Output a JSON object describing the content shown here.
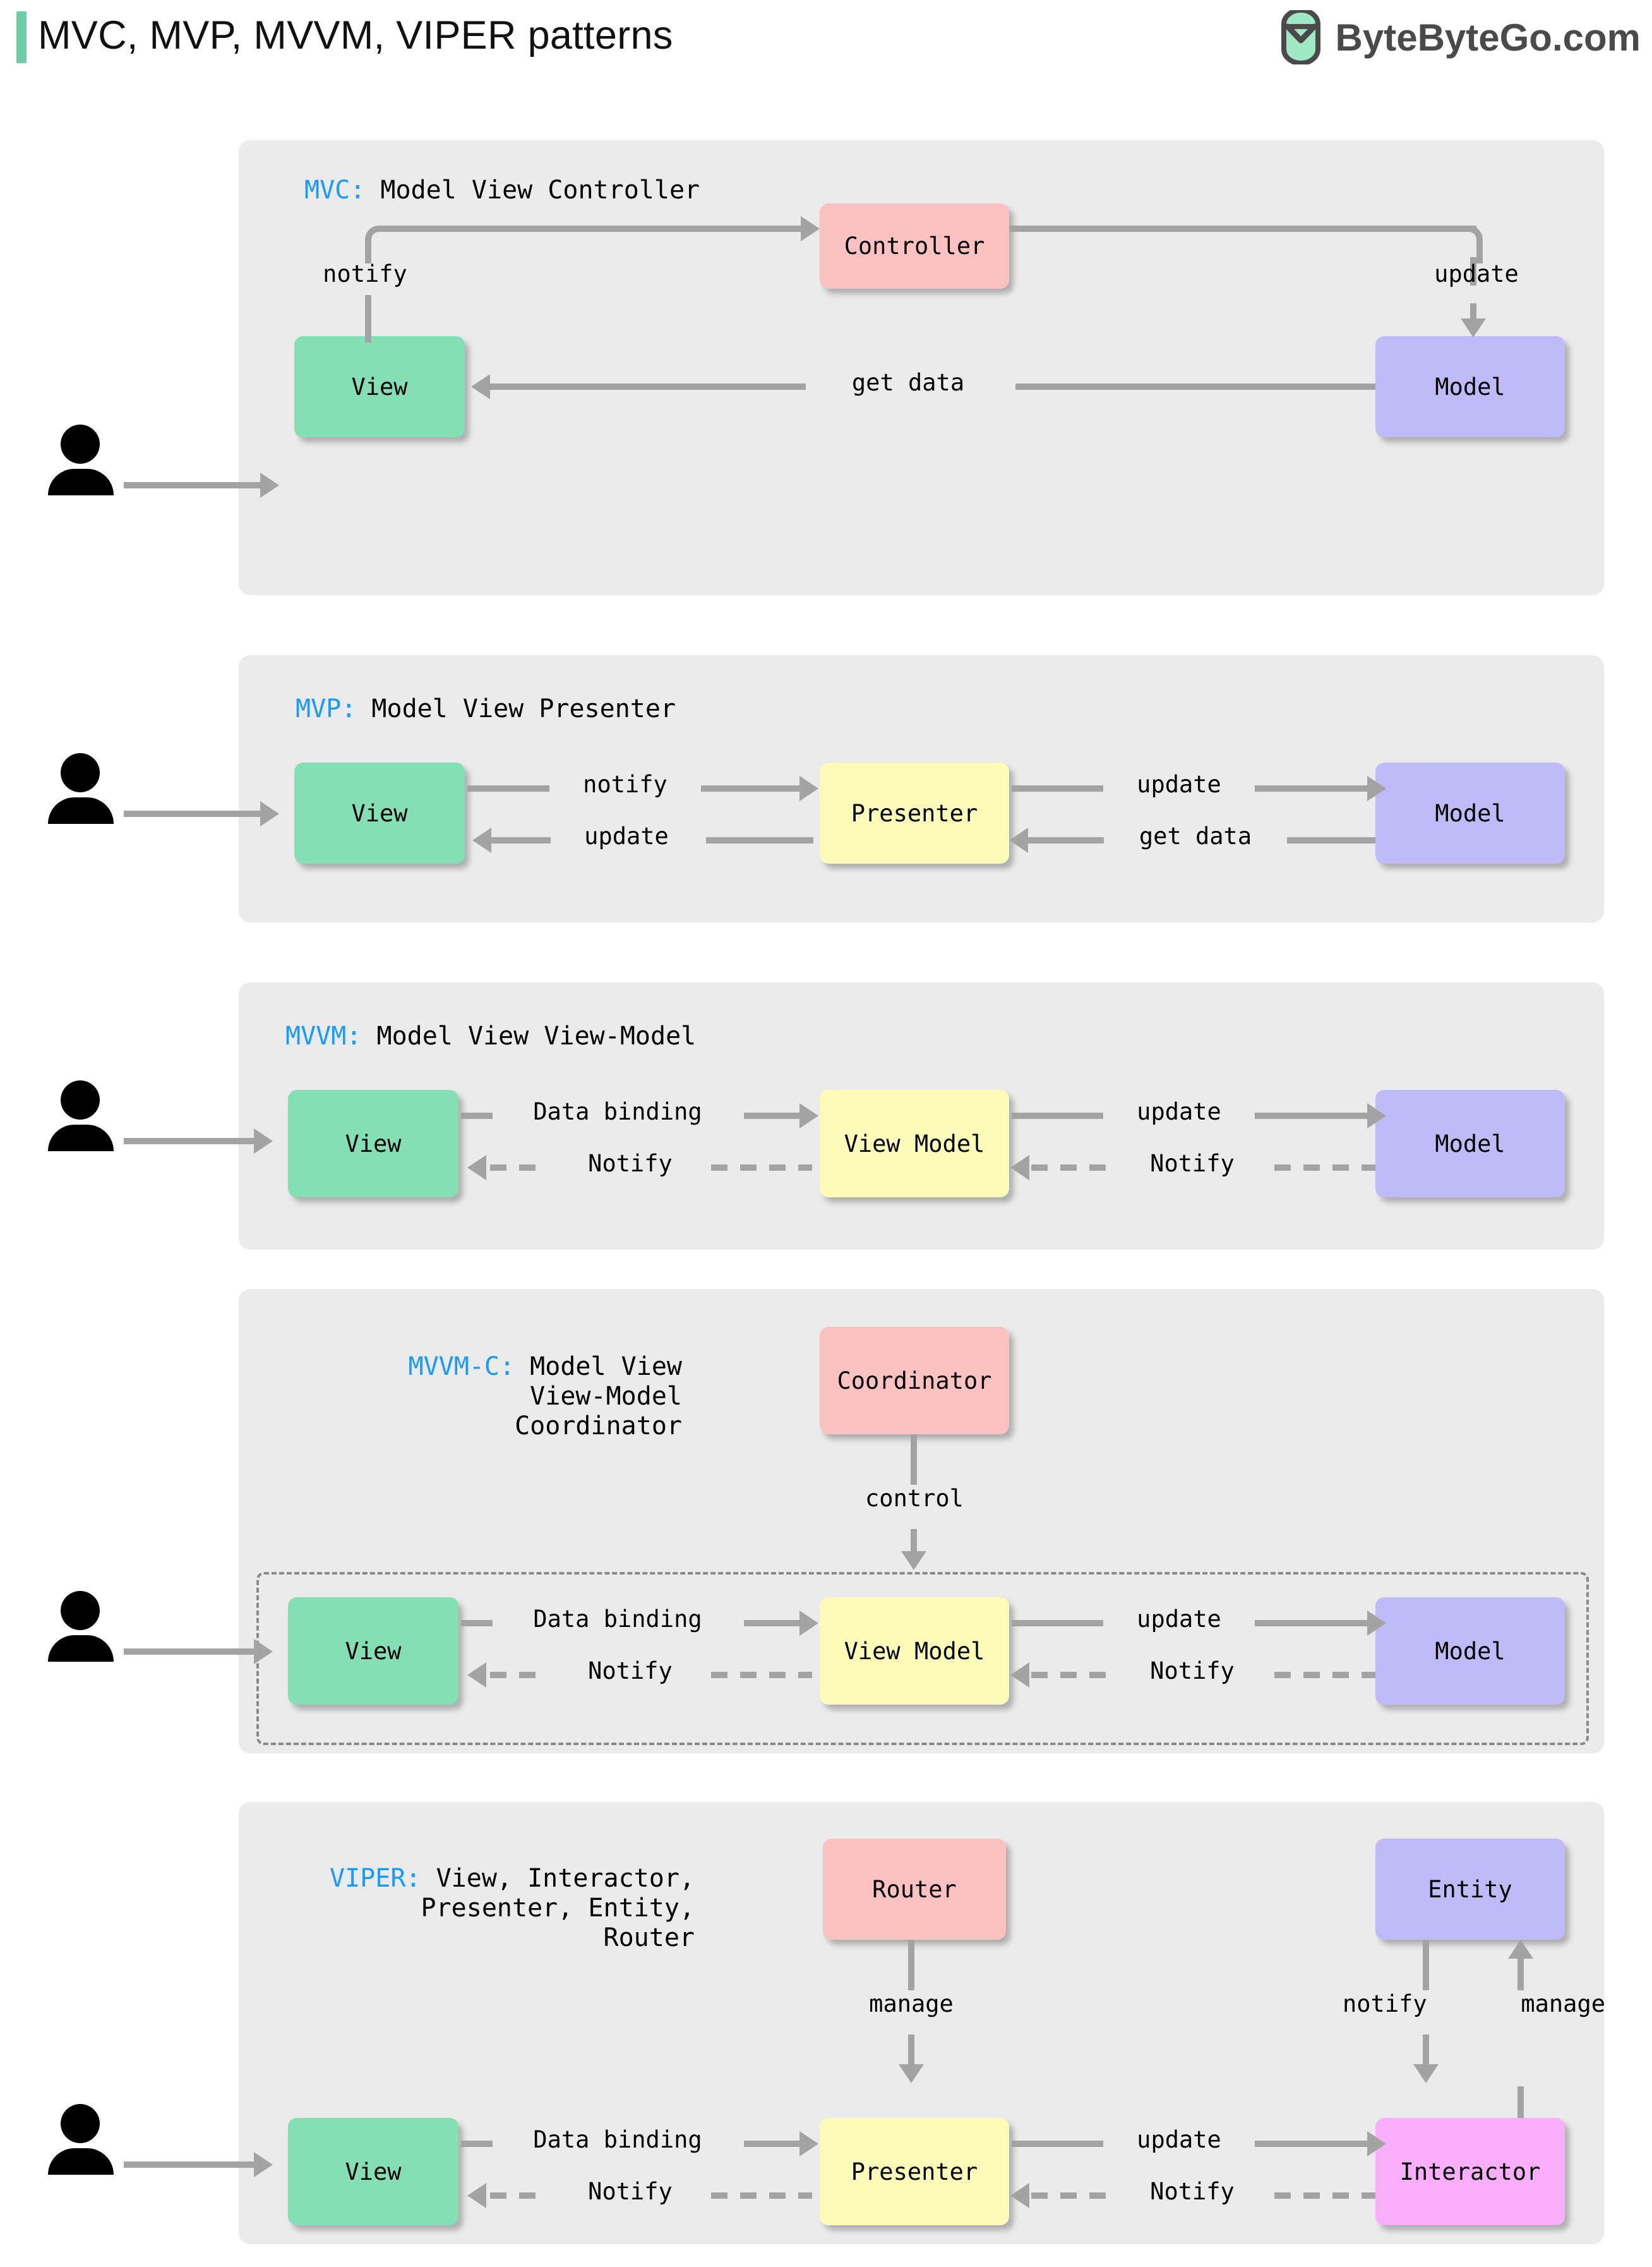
{
  "header": {
    "accent_color": "#6ecda4",
    "title": "MVC, MVP, MVVM, VIPER patterns",
    "brand_text": "ByteByteGo.com",
    "brand_icon": "bytebytego-logo-icon"
  },
  "palette": {
    "panel_bg": "#ebebeb",
    "view": "#84e0b4",
    "model": "#bfbbf8",
    "controller": "#fcc2c2",
    "presenter": "#fcfcb8",
    "interactor": "#fbaefb",
    "arrow": "#a3a3a3",
    "title_key": "#1a9bfc"
  },
  "sections": [
    {
      "id": "mvc",
      "key": "MVC:",
      "expansion": " Model View Controller",
      "nodes": [
        {
          "name": "view",
          "label": "View"
        },
        {
          "name": "controller",
          "label": "Controller"
        },
        {
          "name": "model",
          "label": "Model"
        }
      ],
      "edges": [
        {
          "from": "user",
          "to": "view",
          "label": ""
        },
        {
          "from": "view",
          "to": "controller",
          "label": "notify"
        },
        {
          "from": "controller",
          "to": "model",
          "label": "update"
        },
        {
          "from": "model",
          "to": "view",
          "label": "get data"
        }
      ]
    },
    {
      "id": "mvp",
      "key": "MVP:",
      "expansion": " Model View Presenter",
      "nodes": [
        {
          "name": "view",
          "label": "View"
        },
        {
          "name": "presenter",
          "label": "Presenter"
        },
        {
          "name": "model",
          "label": "Model"
        }
      ],
      "edges": [
        {
          "from": "user",
          "to": "view",
          "label": ""
        },
        {
          "from": "view",
          "to": "presenter",
          "label": "notify"
        },
        {
          "from": "presenter",
          "to": "model",
          "label": "update"
        },
        {
          "from": "model",
          "to": "presenter",
          "label": "get data"
        },
        {
          "from": "presenter",
          "to": "view",
          "label": "update"
        }
      ]
    },
    {
      "id": "mvvm",
      "key": "MVVM:",
      "expansion": " Model View View-Model",
      "nodes": [
        {
          "name": "view",
          "label": "View"
        },
        {
          "name": "view-model",
          "label": "View Model"
        },
        {
          "name": "model",
          "label": "Model"
        }
      ],
      "edges": [
        {
          "from": "user",
          "to": "view",
          "label": ""
        },
        {
          "from": "view",
          "to": "view-model",
          "label": "Data binding"
        },
        {
          "from": "view-model",
          "to": "model",
          "label": "update"
        },
        {
          "from": "model",
          "to": "view-model",
          "label": "Notify",
          "style": "dashed"
        },
        {
          "from": "view-model",
          "to": "view",
          "label": "Notify",
          "style": "dashed"
        }
      ]
    },
    {
      "id": "mvvm-c",
      "key": "MVVM-C:",
      "expansion": " Model View\nView-Model\nCoordinator",
      "title_lines": [
        "MVVM-C: Model View",
        "View-Model",
        "Coordinator"
      ],
      "nodes": [
        {
          "name": "coordinator",
          "label": "Coordinator"
        },
        {
          "name": "view",
          "label": "View"
        },
        {
          "name": "view-model",
          "label": "View Model"
        },
        {
          "name": "model",
          "label": "Model"
        }
      ],
      "edges": [
        {
          "from": "coordinator",
          "to": "view-model",
          "label": "control"
        },
        {
          "from": "user",
          "to": "view",
          "label": ""
        },
        {
          "from": "view",
          "to": "view-model",
          "label": "Data binding"
        },
        {
          "from": "view-model",
          "to": "model",
          "label": "update"
        },
        {
          "from": "model",
          "to": "view-model",
          "label": "Notify",
          "style": "dashed"
        },
        {
          "from": "view-model",
          "to": "view",
          "label": "Notify",
          "style": "dashed"
        }
      ]
    },
    {
      "id": "viper",
      "key": "VIPER:",
      "expansion": " View, Interactor,\nPresenter, Entity,\nRouter",
      "title_lines": [
        "VIPER: View, Interactor,",
        "Presenter, Entity,",
        "Router"
      ],
      "nodes": [
        {
          "name": "router",
          "label": "Router"
        },
        {
          "name": "entity",
          "label": "Entity"
        },
        {
          "name": "view",
          "label": "View"
        },
        {
          "name": "presenter",
          "label": "Presenter"
        },
        {
          "name": "interactor",
          "label": "Interactor"
        }
      ],
      "edges": [
        {
          "from": "router",
          "to": "presenter",
          "label": "manage"
        },
        {
          "from": "entity",
          "to": "interactor",
          "label": "notify"
        },
        {
          "from": "interactor",
          "to": "entity",
          "label": "manage"
        },
        {
          "from": "user",
          "to": "view",
          "label": ""
        },
        {
          "from": "view",
          "to": "presenter",
          "label": "Data binding"
        },
        {
          "from": "presenter",
          "to": "interactor",
          "label": "update"
        },
        {
          "from": "interactor",
          "to": "presenter",
          "label": "Notify",
          "style": "dashed"
        },
        {
          "from": "presenter",
          "to": "view",
          "label": "Notify",
          "style": "dashed"
        }
      ]
    }
  ]
}
